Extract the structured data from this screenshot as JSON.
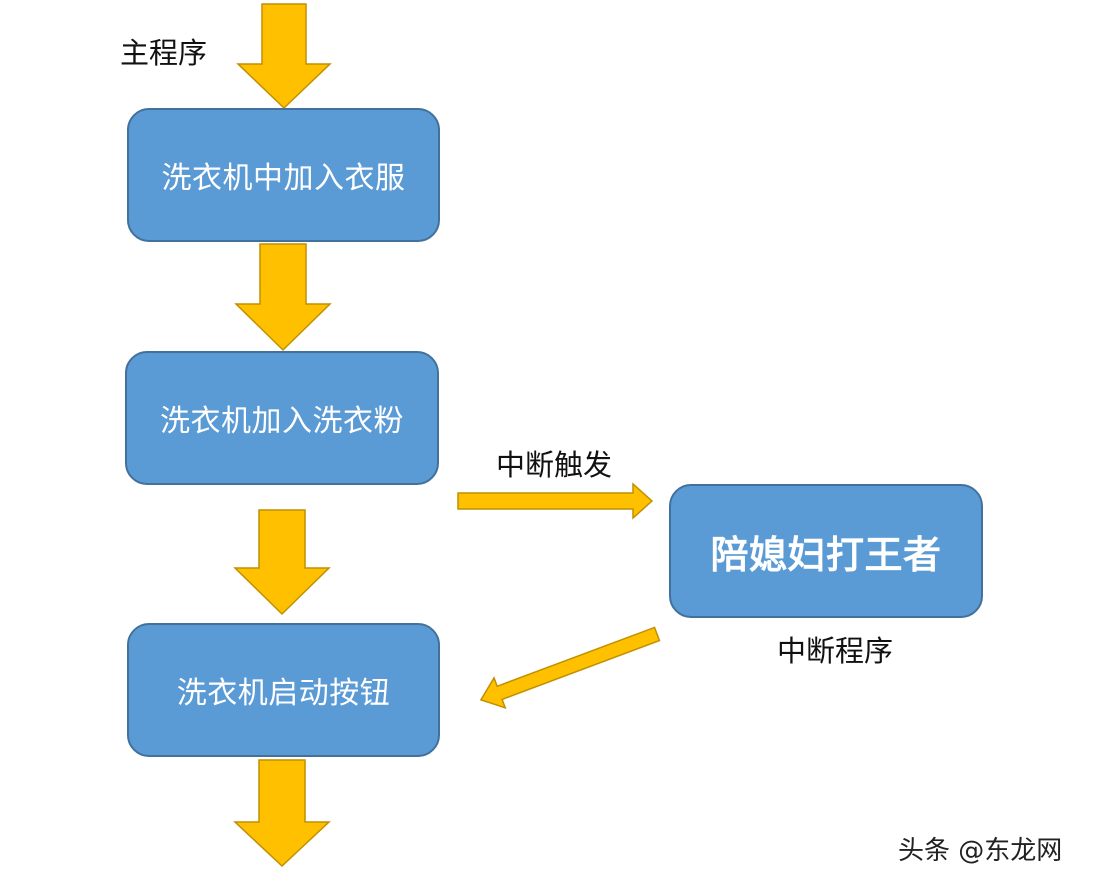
{
  "colors": {
    "box_fill": "#5b9bd5",
    "box_stroke": "#41719c",
    "arrow_fill": "#ffc000",
    "arrow_stroke": "#c09000"
  },
  "labels": {
    "main_program": "主程序",
    "interrupt_trigger": "中断触发",
    "interrupt_program": "中断程序"
  },
  "boxes": {
    "step1": "洗衣机中加入衣服",
    "step2": "洗衣机加入洗衣粉",
    "interrupt": "陪媳妇打王者",
    "step3": "洗衣机启动按钮"
  },
  "watermark": {
    "prefix": "头条 @",
    "text": "东龙网"
  }
}
